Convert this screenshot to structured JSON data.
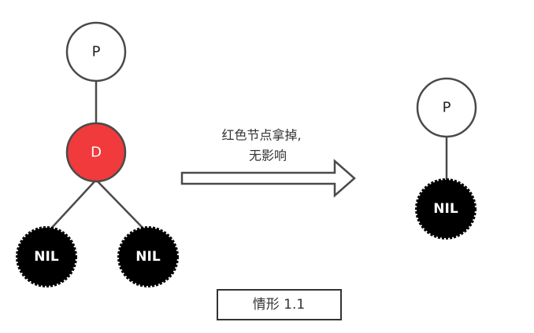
{
  "before_tree": {
    "parent": {
      "label": "P"
    },
    "deleted": {
      "label": "D"
    },
    "nil_left": {
      "label": "NIL"
    },
    "nil_right": {
      "label": "NIL"
    }
  },
  "arrow": {
    "line1": "红色节点拿掉,",
    "line2": "无影响"
  },
  "after_tree": {
    "parent": {
      "label": "P"
    },
    "nil": {
      "label": "NIL"
    }
  },
  "caption": "情形 1.1",
  "colors": {
    "red_node": "#f03a3c",
    "black_node": "#000000",
    "white_node": "#ffffff",
    "stroke": "#4a4a4a"
  }
}
